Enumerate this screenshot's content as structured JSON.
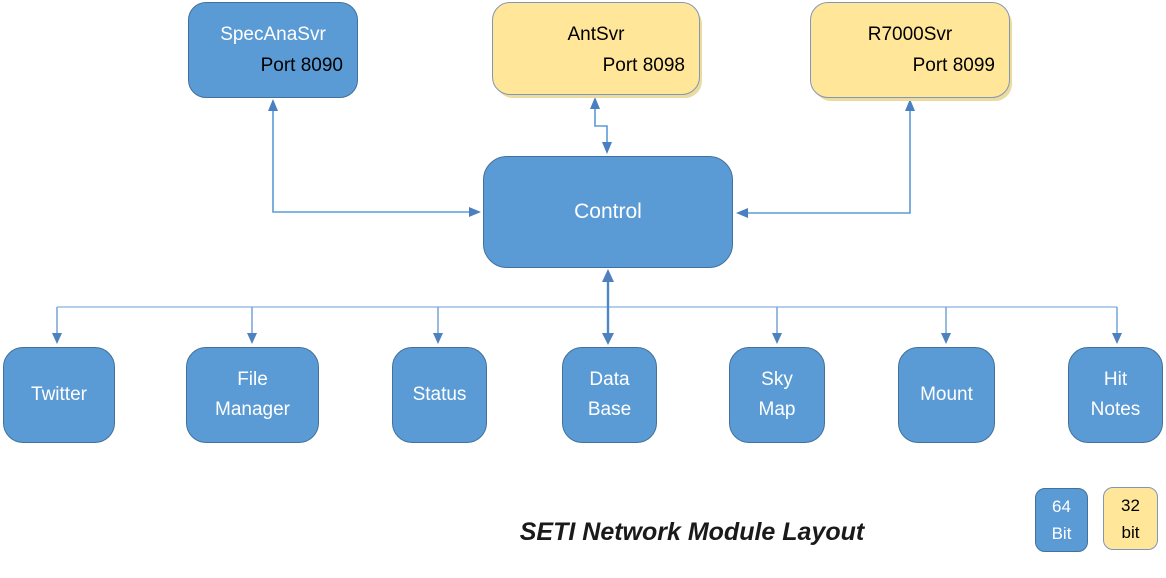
{
  "caption": "SETI Network Module Layout",
  "colors": {
    "node_blue": "#5B9BD5",
    "node_blue_border": "#41719C",
    "node_yellow": "#FFE699",
    "node_yellow_border": "#8096B9",
    "connector_blue": "#5B9BD5",
    "bus_light_blue": "#B3CDEA",
    "arrowhead_blue": "#4E81BD",
    "text_on_blue": "#FFFFFF",
    "text_on_yellow": "#000000"
  },
  "servers": [
    {
      "name": "SpecAnaSvr",
      "port": "Port 8090",
      "variant": "blue"
    },
    {
      "name": "AntSvr",
      "port": "Port 8098",
      "variant": "yellow"
    },
    {
      "name": "R7000Svr",
      "port": "Port 8099",
      "variant": "yellow"
    }
  ],
  "control": {
    "label": "Control"
  },
  "modules": [
    {
      "lines": [
        "Twitter"
      ]
    },
    {
      "lines": [
        "File",
        "Manager"
      ]
    },
    {
      "lines": [
        "Status"
      ]
    },
    {
      "lines": [
        "Data",
        "Base"
      ]
    },
    {
      "lines": [
        "Sky",
        "Map"
      ]
    },
    {
      "lines": [
        "Mount"
      ]
    },
    {
      "lines": [
        "Hit",
        "Notes"
      ]
    }
  ],
  "legend": [
    {
      "lines": [
        "64",
        "Bit"
      ],
      "variant": "blue"
    },
    {
      "lines": [
        "32",
        "bit"
      ],
      "variant": "yellow"
    }
  ]
}
